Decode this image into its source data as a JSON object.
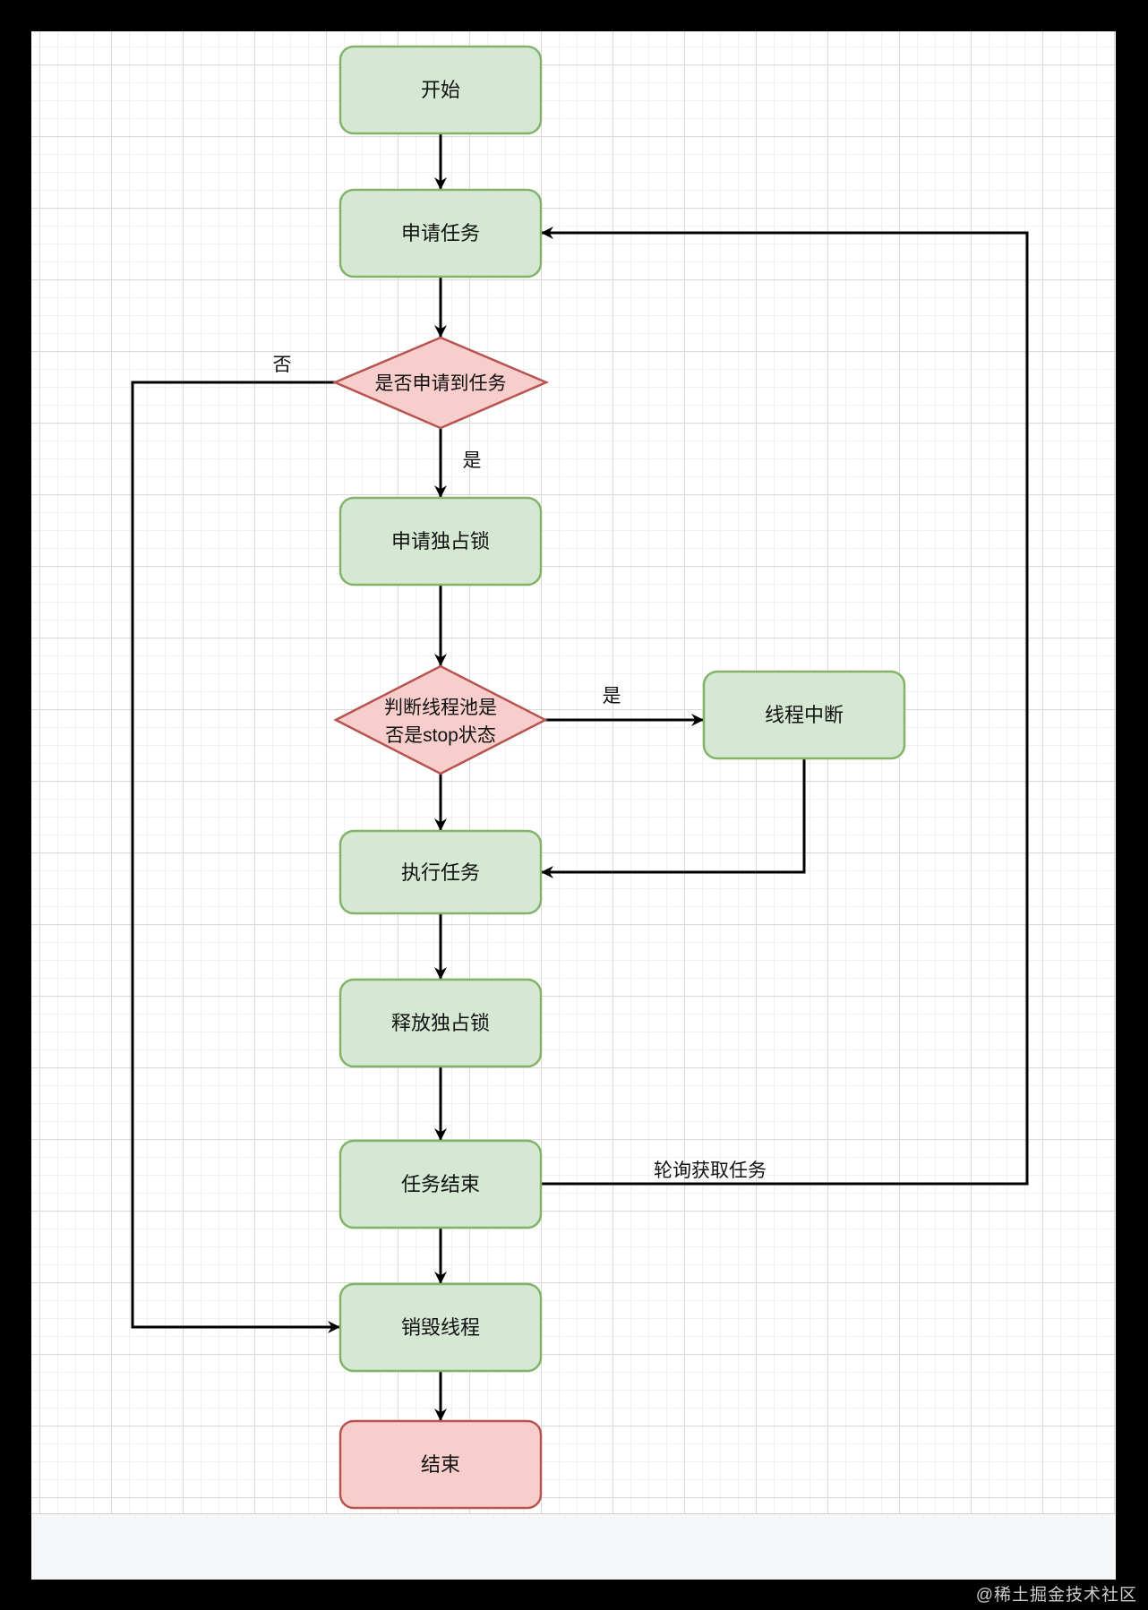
{
  "diagram": {
    "nodes": {
      "start": {
        "label": "开始"
      },
      "request_task": {
        "label": "申请任务"
      },
      "got_task": {
        "label": "是否申请到任务"
      },
      "acquire_lock": {
        "label": "申请独占锁"
      },
      "check_stop": {
        "lines": [
          "判断线程池是",
          "否是stop状态"
        ]
      },
      "thread_interrupt": {
        "label": "线程中断"
      },
      "execute_task": {
        "label": "执行任务"
      },
      "release_lock": {
        "label": "释放独占锁"
      },
      "task_end": {
        "label": "任务结束"
      },
      "destroy_thread": {
        "label": "销毁线程"
      },
      "end": {
        "label": "结束"
      }
    },
    "edge_labels": {
      "no": "否",
      "yes_got_task": "是",
      "yes_stop": "是",
      "poll": "轮询获取任务"
    }
  },
  "footer": {
    "watermark": "@稀土掘金技术社区"
  },
  "colors": {
    "green_fill": "#d5e8d4",
    "green_stroke": "#82b366",
    "red_fill": "#f8cecc",
    "red_stroke": "#b85450",
    "line": "#000000"
  }
}
